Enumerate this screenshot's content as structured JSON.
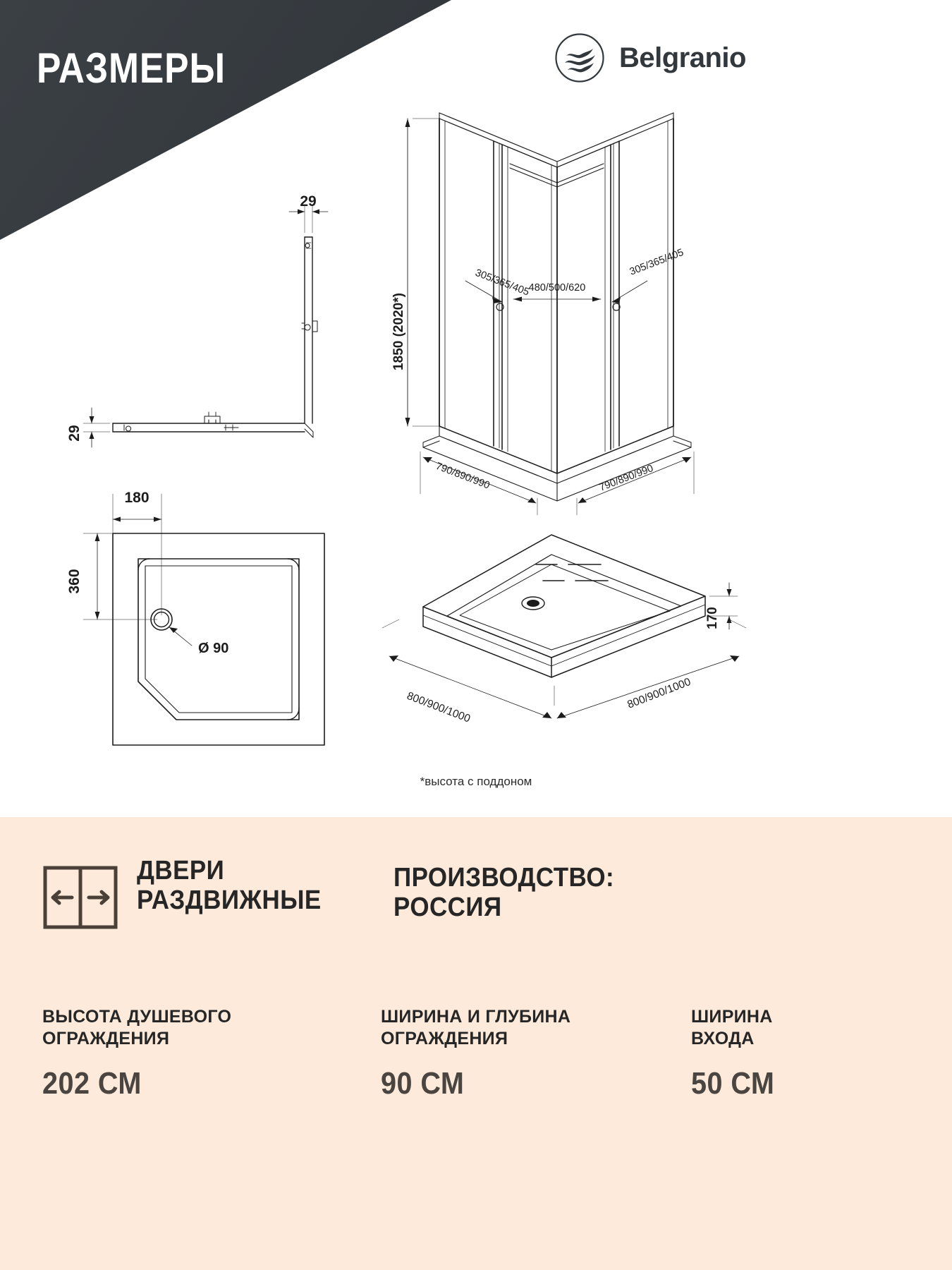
{
  "header": {
    "title": "РАЗМЕРЫ",
    "brand": "Belgranio",
    "logo_icon": "waves-circle-icon"
  },
  "enclosure_drawing": {
    "height_label": "1850  (2020*)",
    "panel_left_label": "305/365/405",
    "door_center_label": "480/500/620",
    "panel_right_label": "305/365/405",
    "base_left_label": "790/890/990",
    "base_right_label": "790/890/990"
  },
  "profile_drawing": {
    "top_label": "29",
    "side_label": "29"
  },
  "tray_top_view": {
    "width_label": "180",
    "height_label": "360",
    "drain_label": "Ø 90"
  },
  "tray_iso_view": {
    "depth_label": "800/900/1000",
    "width_label": "800/900/1000",
    "thickness_label": "170"
  },
  "footnote": "*высота с поддоном",
  "info": {
    "doors_icon": "sliding-doors-icon",
    "doors_title_line1": "ДВЕРИ",
    "doors_title_line2": "РАЗДВИЖНЫЕ",
    "origin_line1": "ПРОИЗВОДСТВО:",
    "origin_line2": "РОССИЯ",
    "specs": [
      {
        "label_line1": "ВЫСОТА ДУШЕВОГО",
        "label_line2": "ОГРАЖДЕНИЯ",
        "value": "202 СМ"
      },
      {
        "label_line1": "ШИРИНА И ГЛУБИНА",
        "label_line2": "ОГРАЖДЕНИЯ",
        "value": "90 СМ"
      },
      {
        "label_line1": "ШИРИНА",
        "label_line2": "ВХОДА",
        "value": "50 СМ"
      }
    ]
  },
  "colors": {
    "header_dark": "#33383d",
    "panel_bg": "#fdeada",
    "text_dark": "#262626",
    "value_text": "#4a4540"
  }
}
